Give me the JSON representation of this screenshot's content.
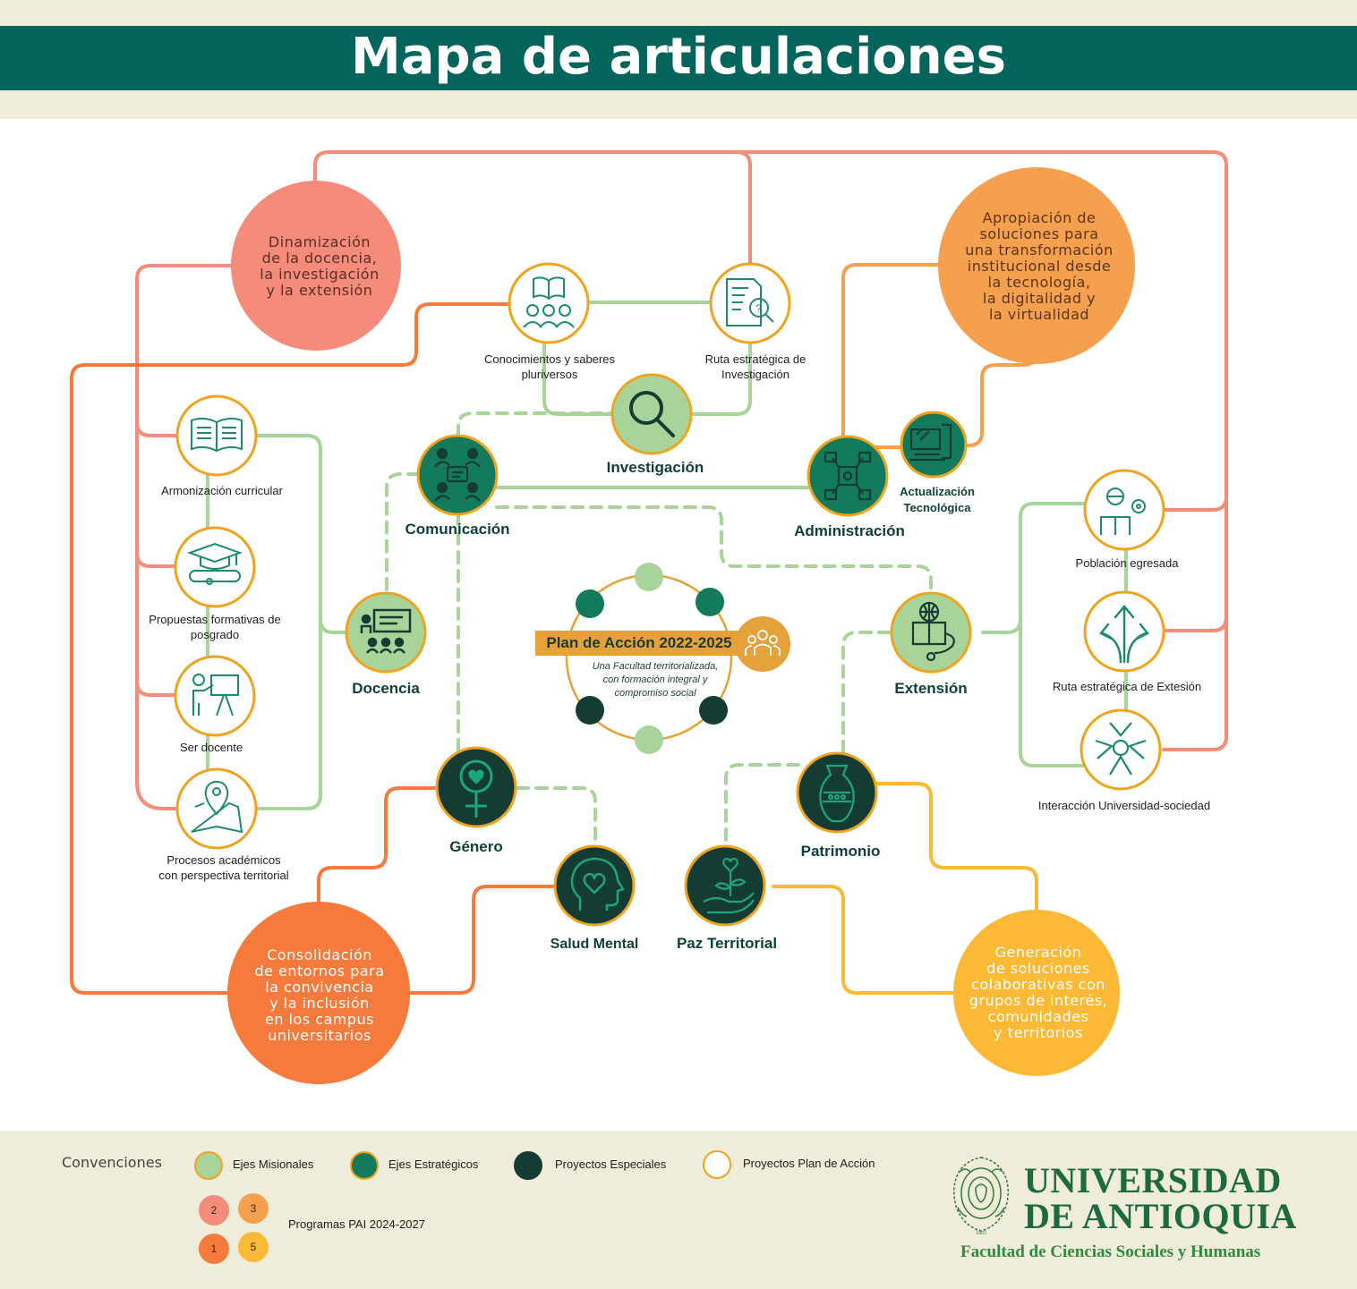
{
  "title": "Mapa de articulaciones",
  "colors": {
    "title_bar": "#02645a",
    "band": "#efecd9",
    "ejes_misionales": "#a8d49a",
    "ejes_estrategicos": "#137a5b",
    "proyectos_especiales": "#143c33",
    "ring_border": "#f0a31e",
    "program_2": "#f58b7a",
    "program_3": "#f5a04f",
    "program_1": "#f67a3b",
    "program_5": "#fbb935"
  },
  "programs": {
    "p2": "Dinamización\nde la docencia,\nla investigación\ny la extensión",
    "p3": "Apropiación de\nsoluciones para\nuna transformación\ninstitucional desde\nla tecnología,\nla digitalidad y\nla virtualidad",
    "p1": "Consolidación\nde entornos para\nla convivencia\ny la inclusión\nen los campus\nuniversitarios",
    "p5": "Generación\nde soluciones\ncolaborativas con\ngrupos de interés,\ncomunidades\ny territorios"
  },
  "nodes": {
    "investigacion": "Investigación",
    "comunicacion": "Comunicación",
    "administracion": "Administración",
    "actualizacion": "Actualización\nTecnológica",
    "docencia": "Docencia",
    "extension": "Extensión",
    "genero": "Género",
    "salud_mental": "Salud Mental",
    "patrimonio": "Patrimonio",
    "paz_territorial": "Paz Territorial",
    "conocimientos": "Conocimientos y saberes\npluriversos",
    "ruta_investigacion": "Ruta estratégica de\nInvestigación",
    "armonizacion": "Armonización curricular",
    "propuestas": "Propuestas formativas de\nposgrado",
    "ser_docente": "Ser docente",
    "procesos": "Procesos académicos\ncon perspectiva territorial",
    "poblacion": "Población egresada",
    "ruta_extension": "Ruta estratégica de Extesión",
    "interaccion": "Interacción Universidad-sociedad"
  },
  "center": {
    "title": "Plan de Acción 2022-2025",
    "subtitle": "Una Facultad territorializada,\ncon formación integral y\ncompromiso social"
  },
  "legend": {
    "heading": "Convenciones",
    "ejes_misionales": "Ejes Misionales",
    "ejes_estrategicos": "Ejes Estratégicos",
    "proyectos_especiales": "Proyectos Especiales",
    "proyectos_plan": "Proyectos Plan de Acción",
    "programas": "Programas PAI 2024-2027",
    "n2": "2",
    "n3": "3",
    "n1": "1",
    "n5": "5"
  },
  "university": {
    "line1": "UNIVERSIDAD",
    "line2": "DE ANTIOQUIA",
    "faculty": "Facultad de Ciencias Sociales y Humanas",
    "seal_year": "1803"
  }
}
